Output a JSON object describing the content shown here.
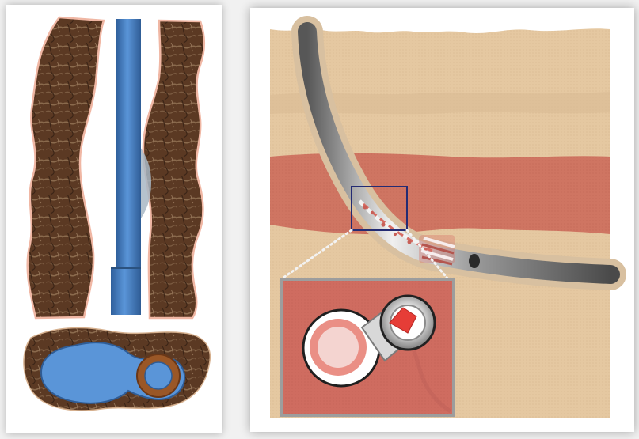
{
  "colors": {
    "rock_dark": "#4a2d1b",
    "rock_mid": "#6b4327",
    "rock_light": "#8b6848",
    "rock_edge": "#f3b9a2",
    "pipe_blue": "#3f74b7",
    "pipe_blue_light": "#5a95d8",
    "pipe_blue_dark": "#2f5c95",
    "casing_brown": "#9a5727",
    "casing_brown_dark": "#6a3717",
    "formation_sand": "#e5c8a1",
    "formation_band": "#cf7562",
    "zoom_box_border": "#232b73",
    "inset_bg": "#cf6c60",
    "inset_border": "#a4a4a4",
    "cut_red": "#e63d37",
    "pipe_gray": "#9a9a9a"
  },
  "icons": {
    "left_top": "wellbore-cross-section-side-view",
    "left_bottom": "wellbore-cross-section-end-view",
    "right_main": "keyseat-curved-wellbore-diagram",
    "right_inset": "drill-pipe-detail-magnified"
  }
}
